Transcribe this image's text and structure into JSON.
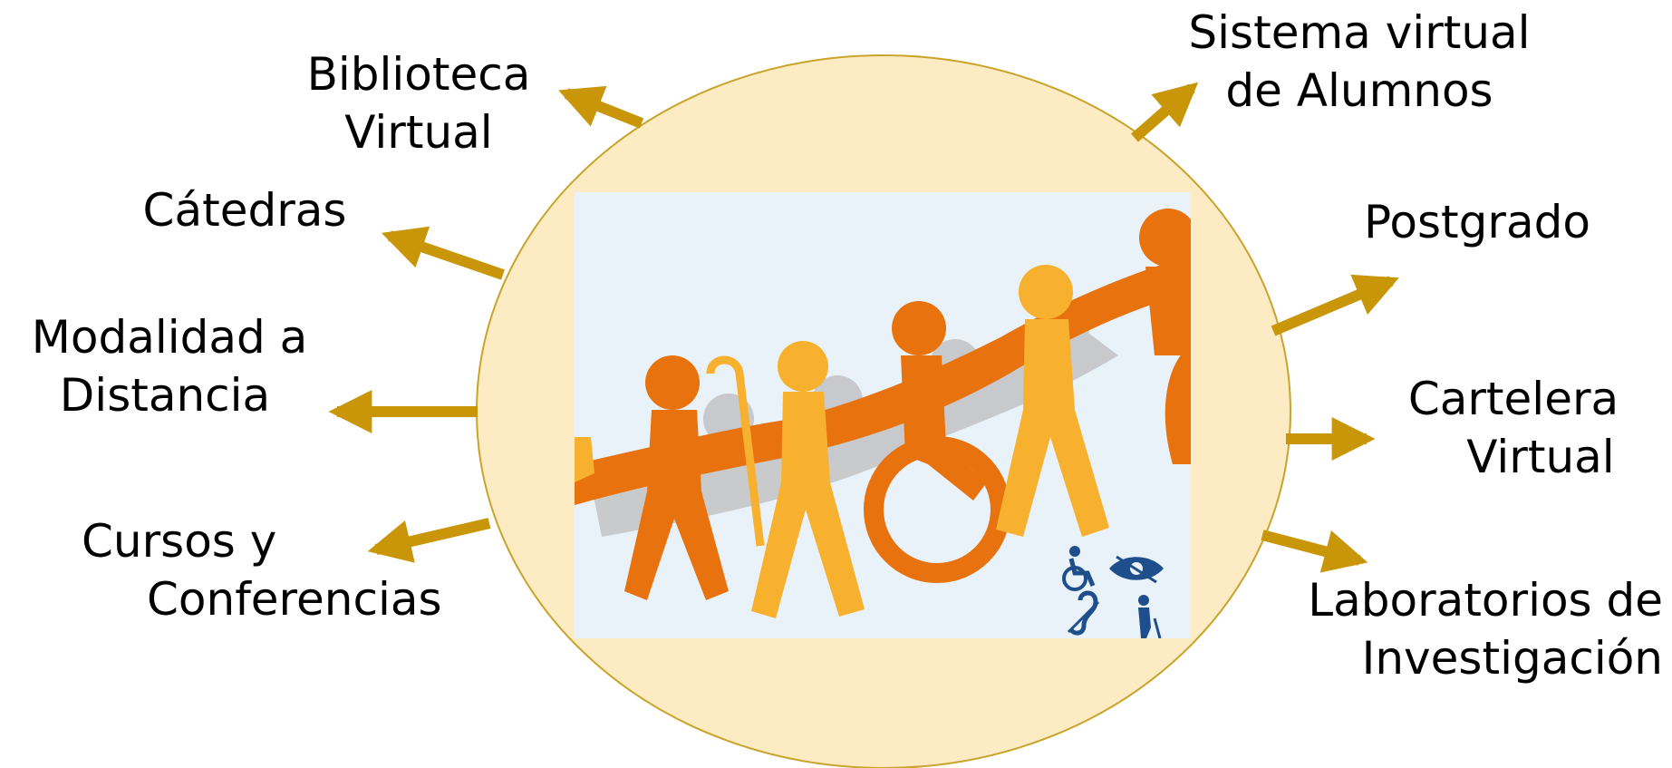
{
  "colors": {
    "circle_fill": "#fdebc3",
    "circle_stroke": "#c9a32a",
    "arrow": "#c9960a",
    "label_text": "#000000",
    "picture_bg": "#eaf2f9",
    "figure_orange": "#e8720d",
    "figure_yellow": "#f7b12e",
    "icon_blue": "#1f4e8c"
  },
  "picture": {
    "description_icon": "paper-people-chain-image",
    "accessibility_icons": [
      "wheelchair-icon",
      "eye-icon",
      "hearing-icon",
      "cane-walker-icon"
    ]
  },
  "labels": {
    "biblioteca": {
      "line1": "Biblioteca",
      "line2": "Virtual"
    },
    "catedras": {
      "line1": "Cátedras"
    },
    "modalidad": {
      "line1": "Modalidad a",
      "line2": "Distancia"
    },
    "cursos": {
      "line1": "Cursos y",
      "line2": "Conferencias"
    },
    "sistema": {
      "line1": "Sistema virtual",
      "line2": "de Alumnos"
    },
    "postgrado": {
      "line1": "Postgrado"
    },
    "cartelera": {
      "line1": "Cartelera",
      "line2": "Virtual"
    },
    "laboratorios": {
      "line1": "Laboratorios de",
      "line2": "Investigación"
    }
  }
}
